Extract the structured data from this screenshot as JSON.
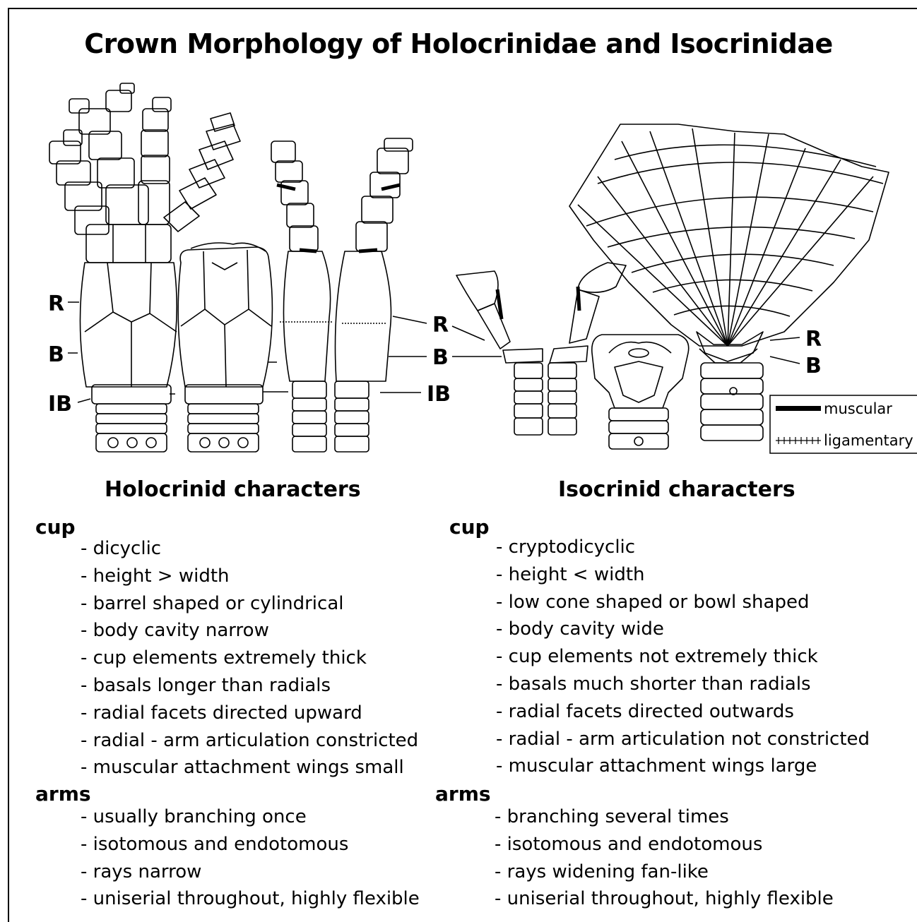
{
  "title": "Crown Morphology of Holocrinidae and Isocrinidae",
  "figure": {
    "labels": {
      "R": "R",
      "B": "B",
      "IB": "IB"
    },
    "legend": {
      "muscular": "muscular",
      "ligamentary": "ligamentary"
    }
  },
  "holocrinid": {
    "heading": "Holocrinid characters",
    "cup": {
      "heading": "cup",
      "items": [
        "- dicyclic",
        "- height > width",
        "- barrel shaped or cylindrical",
        "- body cavity narrow",
        "- cup elements extremely thick",
        "- basals longer than radials",
        "- radial facets directed upward",
        "- radial - arm articulation constricted",
        "- muscular attachment wings small"
      ]
    },
    "arms": {
      "heading": "arms",
      "items": [
        "- usually branching once",
        "- isotomous and endotomous",
        "- rays narrow",
        "- uniserial throughout, highly flexible"
      ]
    }
  },
  "isocrinid": {
    "heading": "Isocrinid characters",
    "cup": {
      "heading": "cup",
      "items": [
        "- cryptodicyclic",
        "- height < width",
        "- low cone shaped or bowl shaped",
        "- body cavity wide",
        "- cup elements not extremely thick",
        "- basals much shorter than radials",
        "- radial facets directed outwards",
        "- radial - arm articulation not constricted",
        "- muscular attachment wings large"
      ]
    },
    "arms": {
      "heading": "arms",
      "items": [
        "- branching several times",
        "- isotomous and endotomous",
        "- rays widening fan-like",
        "- uniserial throughout, highly flexible"
      ]
    }
  }
}
